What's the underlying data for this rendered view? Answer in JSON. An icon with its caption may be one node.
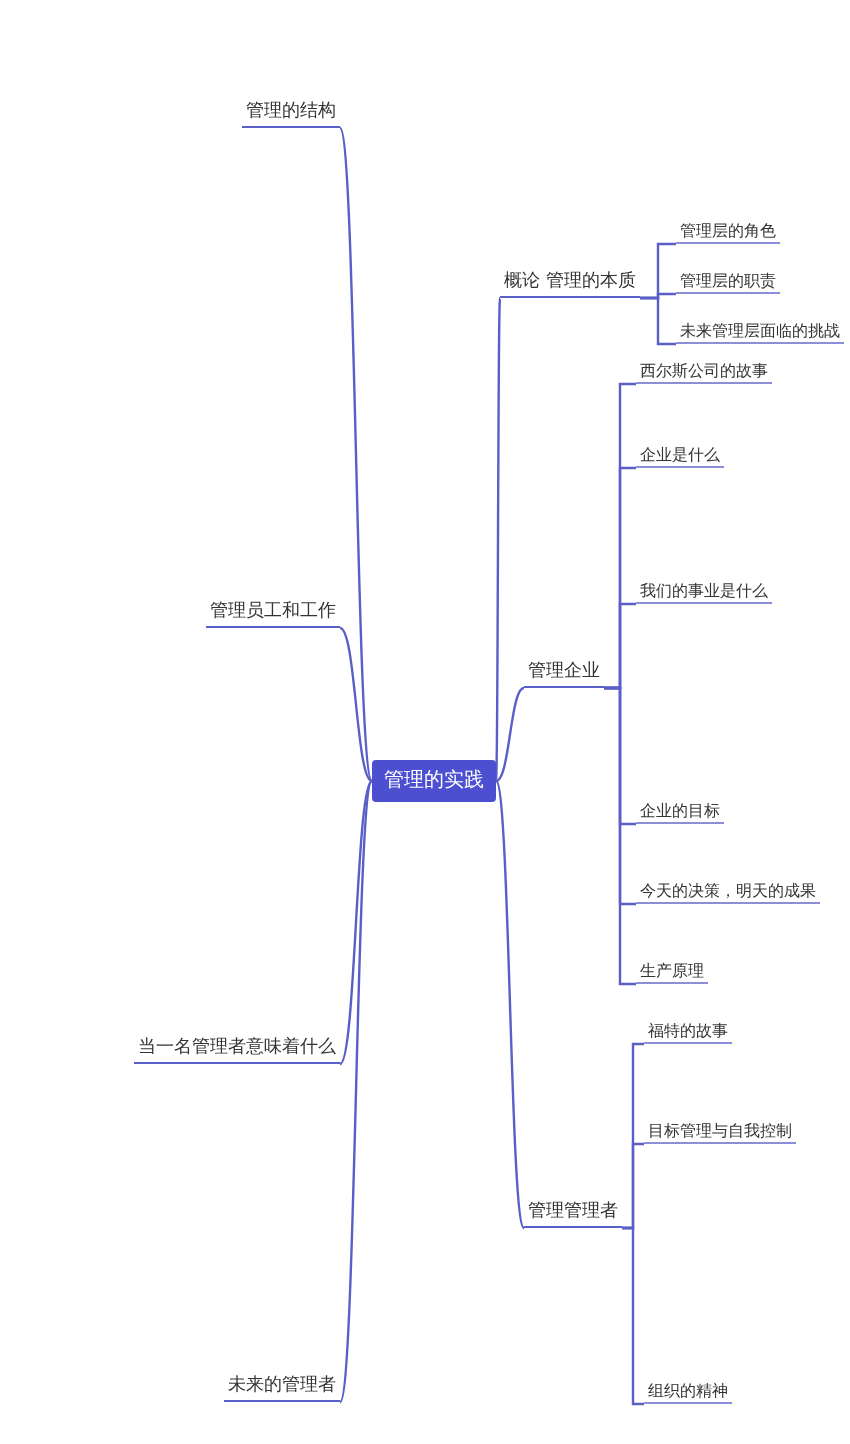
{
  "diagram": {
    "nodes": [
      {
        "text": [
          "管理的实践"
        ]
      },
      {
        "text": [
          "管理的结构"
        ]
      },
      {
        "text": [
          "管理员工和工作"
        ]
      },
      {
        "text": [
          "当一名管理者意味着什么"
        ]
      },
      {
        "text": [
          "未来的管理者"
        ]
      },
      {
        "text": [
          "概论 管理的本质"
        ]
      },
      {
        "text": [
          "管理层的角色"
        ]
      },
      {
        "text": [
          "管理层的职责"
        ]
      },
      {
        "text": [
          "未来管理层面临的挑战"
        ]
      },
      {
        "text": [
          "管理企业"
        ]
      },
      {
        "text": [
          "西尔斯公司的故事"
        ]
      },
      {
        "text": [
          "企业是什么"
        ]
      },
      {
        "text": [
          "我们的事业是什么"
        ]
      },
      {
        "text": [
          "企业的目标"
        ]
      },
      {
        "text": [
          "今天的决策，明天的成果"
        ]
      },
      {
        "text": [
          "生产原理"
        ]
      },
      {
        "text": [
          "管理管理者"
        ]
      },
      {
        "text": [
          "福特的故事"
        ]
      },
      {
        "text": [
          "目标管理与自我控制"
        ]
      },
      {
        "text": [
          "组织的精神"
        ]
      }
    ],
    "edges": [
      {
        "from": 0,
        "to": 1,
        "arrow": "none"
      },
      {
        "from": 0,
        "to": 2,
        "arrow": "none"
      },
      {
        "from": 0,
        "to": 3,
        "arrow": "none"
      },
      {
        "from": 0,
        "to": 4,
        "arrow": "none"
      },
      {
        "from": 0,
        "to": 5,
        "arrow": "none"
      },
      {
        "from": 0,
        "to": 9,
        "arrow": "none"
      },
      {
        "from": 0,
        "to": 16,
        "arrow": "none"
      },
      {
        "from": 5,
        "to": 6,
        "arrow": "none"
      },
      {
        "from": 5,
        "to": 7,
        "arrow": "none"
      },
      {
        "from": 5,
        "to": 8,
        "arrow": "none"
      },
      {
        "from": 9,
        "to": 10,
        "arrow": "none"
      },
      {
        "from": 9,
        "to": 11,
        "arrow": "none"
      },
      {
        "from": 9,
        "to": 12,
        "arrow": "none"
      },
      {
        "from": 9,
        "to": 13,
        "arrow": "none"
      },
      {
        "from": 9,
        "to": 14,
        "arrow": "none"
      },
      {
        "from": 9,
        "to": 15,
        "arrow": "none"
      },
      {
        "from": 16,
        "to": 17,
        "arrow": "none"
      },
      {
        "from": 16,
        "to": 18,
        "arrow": "none"
      },
      {
        "from": 16,
        "to": 19,
        "arrow": "none"
      }
    ]
  }
}
